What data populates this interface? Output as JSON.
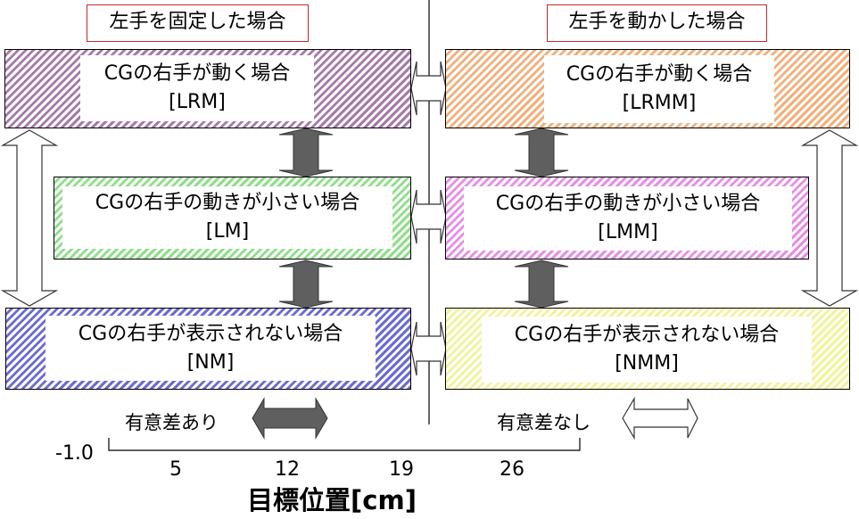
{
  "titles": {
    "left": "左手を固定した場合",
    "right": "左手を動かした場合"
  },
  "conditions": {
    "left": [
      {
        "label": "CGの右手が動く場合",
        "code": "[LRM]",
        "hatch_color": "#a67aa9"
      },
      {
        "label": "CGの右手の動きが小さい場合",
        "code": "[LM]",
        "hatch_color": "#8fde8a"
      },
      {
        "label": "CGの右手が表示されない場合",
        "code": "[NM]",
        "hatch_color": "#6b6bd0"
      }
    ],
    "right": [
      {
        "label": "CGの右手が動く場合",
        "code": "[LRMM]",
        "hatch_color": "#f0b07d"
      },
      {
        "label": "CGの右手の動きが小さい場合",
        "code": "[LMM]",
        "hatch_color": "#e58fe6"
      },
      {
        "label": "CGの右手が表示されない場合",
        "code": "[NMM]",
        "hatch_color": "#f2f29a"
      }
    ]
  },
  "legend": {
    "significant": "有意差あり",
    "not_significant": "有意差なし",
    "significant_color": "#5f5f5f",
    "not_significant_color": "#ffffff"
  },
  "axis": {
    "origin_label": "-1.0",
    "ticks": [
      "5",
      "12",
      "19",
      "26"
    ],
    "title": "目標位置[cm]"
  }
}
